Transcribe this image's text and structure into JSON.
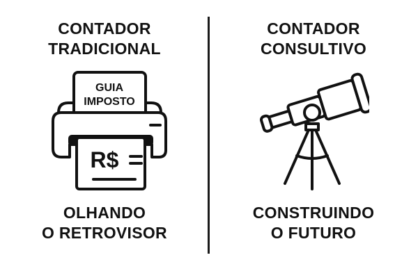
{
  "left": {
    "title": [
      "CONTADOR",
      "TRADICIONAL"
    ],
    "icon": "printer-tax-guide-icon",
    "paper_top_text": [
      "GUIA",
      "IMPOSTO"
    ],
    "paper_bottom_text": "R$",
    "caption": [
      "OLHANDO",
      "O RETROVISOR"
    ]
  },
  "right": {
    "title": [
      "CONTADOR",
      "CONSULTIVO"
    ],
    "icon": "telescope-icon",
    "caption": [
      "CONSTRUINDO",
      "O FUTURO"
    ]
  },
  "colors": {
    "ink": "#111111",
    "background": "#ffffff"
  }
}
